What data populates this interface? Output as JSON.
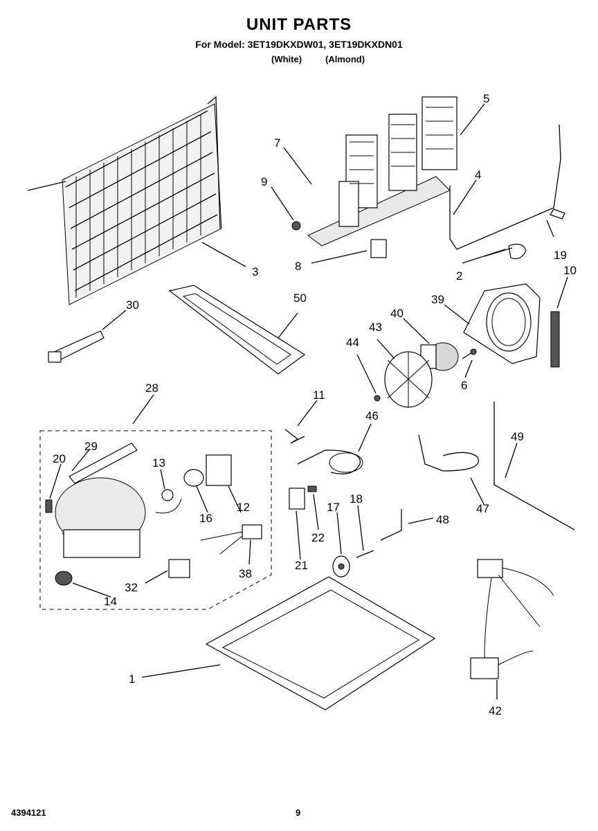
{
  "header": {
    "title": "UNIT PARTS",
    "model_line": "For Model: 3ET19DKXDW01, 3ET19DKXDN01",
    "variant_1": "(White)",
    "variant_2": "(Almond)"
  },
  "footer": {
    "doc_number": "4394121",
    "page_number": "9"
  },
  "callouts": [
    "1",
    "2",
    "3",
    "4",
    "5",
    "6",
    "7",
    "8",
    "9",
    "10",
    "11",
    "12",
    "13",
    "14",
    "16",
    "17",
    "18",
    "19",
    "20",
    "21",
    "22",
    "28",
    "29",
    "30",
    "32",
    "38",
    "39",
    "40",
    "42",
    "43",
    "44",
    "46",
    "47",
    "48",
    "49",
    "50"
  ]
}
